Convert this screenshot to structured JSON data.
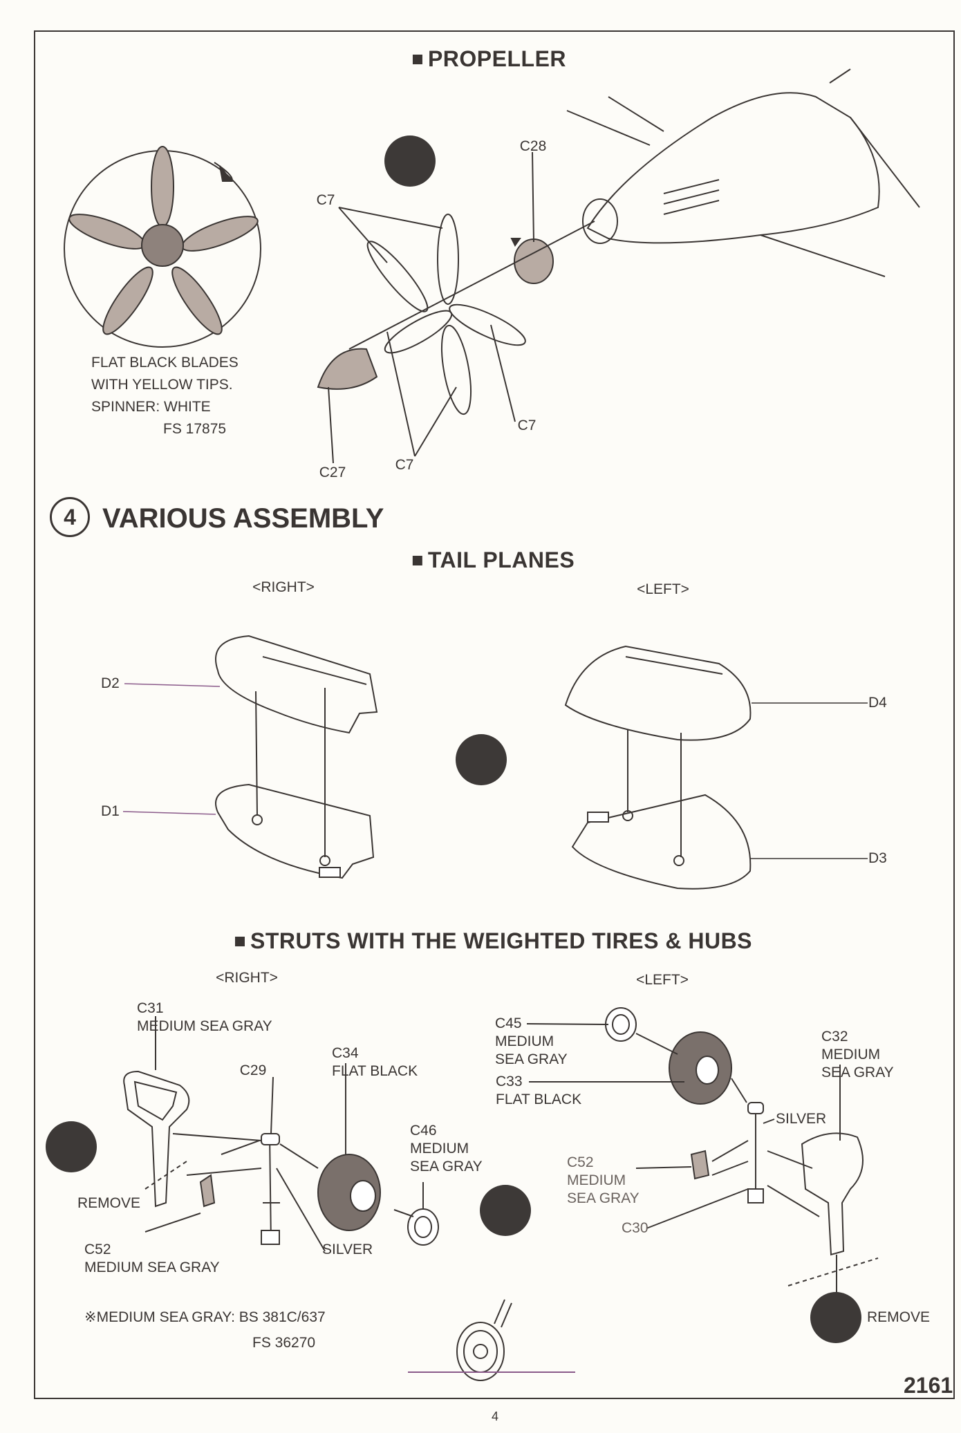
{
  "propeller": {
    "title": "PROPELLER",
    "color_note": [
      "FLAT BLACK BLADES",
      "WITH YELLOW TIPS.",
      "SPINNER: WHITE",
      "FS 17875"
    ],
    "parts": {
      "c28": "C28",
      "c7a": "C7",
      "c7b": "C7",
      "c7c": "C7",
      "c27": "C27"
    }
  },
  "step": {
    "number": "4",
    "title": "VARIOUS ASSEMBLY"
  },
  "tail_planes": {
    "title": "TAIL PLANES",
    "right": "<RIGHT>",
    "left": "<LEFT>",
    "parts": {
      "d2": "D2",
      "d1": "D1",
      "d4": "D4",
      "d3": "D3"
    }
  },
  "struts": {
    "title": "STRUTS WITH THE WEIGHTED TIRES & HUBS",
    "right": "<RIGHT>",
    "left": "<LEFT>",
    "right_parts": {
      "c31": [
        "C31",
        "MEDIUM SEA GRAY"
      ],
      "c29": "C29",
      "c34": [
        "C34",
        "FLAT BLACK"
      ],
      "c46": [
        "C46",
        "MEDIUM",
        "SEA GRAY"
      ],
      "remove": "REMOVE",
      "c52": [
        "C52",
        "MEDIUM SEA GRAY"
      ],
      "silver": "SILVER"
    },
    "left_parts": {
      "c45": [
        "C45",
        "MEDIUM",
        "SEA GRAY"
      ],
      "c33": [
        "C33",
        "FLAT BLACK"
      ],
      "c32": [
        "C32",
        "MEDIUM",
        "SEA GRAY"
      ],
      "silver": "SILVER",
      "c52": [
        "C52",
        "MEDIUM",
        "SEA GRAY"
      ],
      "c30": "C30",
      "remove": "REMOVE"
    },
    "note": [
      "※MEDIUM SEA GRAY: BS 381C/637",
      "FS 36270"
    ]
  },
  "footer": {
    "kit_number": "2161",
    "page_number": "4"
  },
  "colors": {
    "ink": "#3a3533",
    "icon": "#3d3937",
    "fill_gray": "#b8aba3",
    "accent_line": "#8a5a8a"
  }
}
